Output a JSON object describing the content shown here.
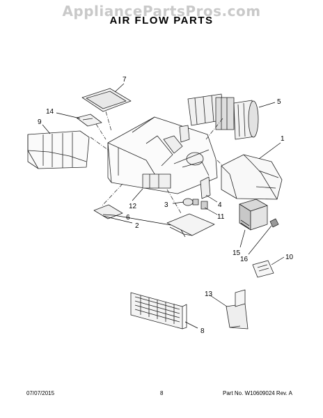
{
  "watermark": "AppliancePartsPros.com",
  "title": "AIR FLOW PARTS",
  "callouts": [
    "7",
    "5",
    "14",
    "9",
    "1",
    "12",
    "3",
    "4",
    "6",
    "11",
    "2",
    "15",
    "16",
    "10",
    "13",
    "8"
  ],
  "footer": {
    "date": "07/07/2015",
    "page": "8",
    "part_no": "Part No.  W10609024  Rev. A"
  }
}
